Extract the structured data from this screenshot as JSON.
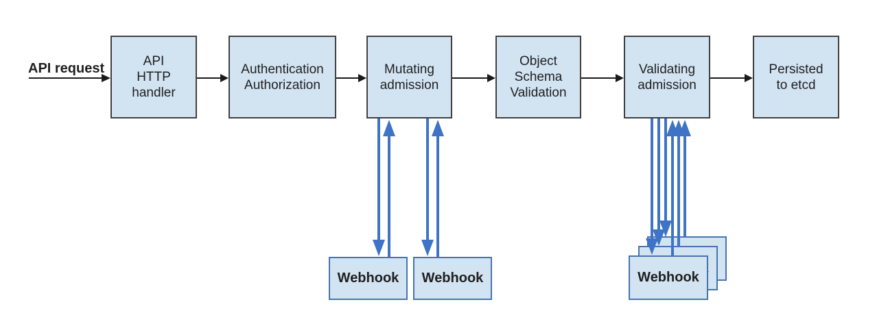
{
  "diagram": {
    "type": "flowchart",
    "subject": "API request admission control flow",
    "flow_label": "API request",
    "nodes": [
      {
        "id": "api-http-handler",
        "label": "API\nHTTP\nhandler"
      },
      {
        "id": "authentication-authorization",
        "label": "Authentication\nAuthorization"
      },
      {
        "id": "mutating-admission",
        "label": "Mutating\nadmission"
      },
      {
        "id": "object-schema-validation",
        "label": "Object\nSchema\nValidation"
      },
      {
        "id": "validating-admission",
        "label": "Validating\nadmission"
      },
      {
        "id": "persisted-to-etcd",
        "label": "Persisted\nto etcd"
      }
    ],
    "webhook_label": "Webhook",
    "mutating_webhook_count": 2,
    "validating_webhook_stack_count": 3,
    "colors": {
      "background": "#ffffff",
      "box_fill": "#d2e3f2",
      "box_border": "#404040",
      "webhook_border": "#4674ae",
      "arrow_black": "#1a1a1a",
      "arrow_blue": "#3e73c6",
      "text": "#1f1f1f"
    }
  }
}
